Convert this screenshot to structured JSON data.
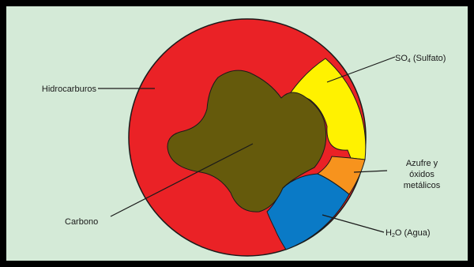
{
  "diagram": {
    "colors": {
      "background": "#d4ead7",
      "border": "#000000",
      "hidrocarburos": "#ea2226",
      "carbono": "#655a0c",
      "sulfato": "#fff200",
      "azufre": "#f7931d",
      "agua": "#0a7ac6",
      "outline": "#1a1a1a"
    },
    "labels": {
      "hidrocarburos": "Hidrocarburos",
      "carbono": "Carbono",
      "sulfato_formula_main": "SO",
      "sulfato_formula_sub": "4",
      "sulfato_name": " (Sulfato)",
      "azufre_line1": "Azufre y",
      "azufre_line2": "óxidos",
      "azufre_line3": "metálicos",
      "agua_formula_main": "H",
      "agua_formula_sub": "2",
      "agua_name": "O (Agua)"
    }
  }
}
